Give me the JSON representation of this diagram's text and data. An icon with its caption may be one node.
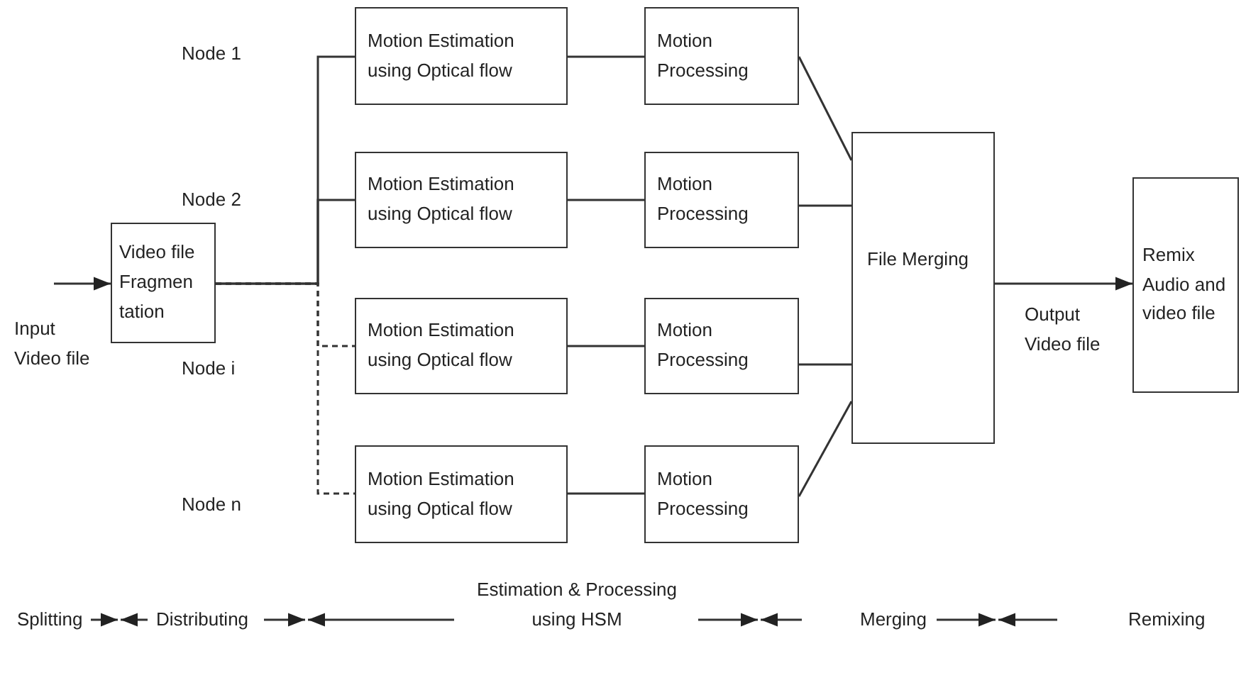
{
  "diagram": {
    "nodes": [
      {
        "text": [
          "Video file Fragmen tation"
        ]
      },
      {
        "text": [
          "Motion Estimation using Optical flow"
        ]
      },
      {
        "text": [
          "Motion Estimation using Optical flow"
        ]
      },
      {
        "text": [
          "Motion Estimation using Optical flow"
        ]
      },
      {
        "text": [
          "Motion Estimation using Optical flow"
        ]
      },
      {
        "text": [
          "Motion Processing"
        ]
      },
      {
        "text": [
          "Motion Processing"
        ]
      },
      {
        "text": [
          "Motion Processing"
        ]
      },
      {
        "text": [
          "Motion Processing"
        ]
      },
      {
        "text": [
          "File Merging"
        ]
      },
      {
        "text": [
          "Remix Audio and video file"
        ]
      }
    ],
    "edges": [
      {
        "from": null,
        "to": 0,
        "arrow": "to"
      },
      {
        "from": 0,
        "to": 1,
        "arrow": "none"
      },
      {
        "from": 0,
        "to": 2,
        "arrow": "none"
      },
      {
        "from": 0,
        "to": 3,
        "arrow": "none",
        "style": "dashed"
      },
      {
        "from": 0,
        "to": 4,
        "arrow": "none",
        "style": "dashed"
      },
      {
        "from": 1,
        "to": 5,
        "arrow": "none"
      },
      {
        "from": 2,
        "to": 6,
        "arrow": "none"
      },
      {
        "from": 3,
        "to": 7,
        "arrow": "none"
      },
      {
        "from": 4,
        "to": 8,
        "arrow": "none"
      },
      {
        "from": 5,
        "to": 9,
        "arrow": "none"
      },
      {
        "from": 6,
        "to": 9,
        "arrow": "none"
      },
      {
        "from": 7,
        "to": 9,
        "arrow": "none"
      },
      {
        "from": 8,
        "to": 9,
        "arrow": "none"
      },
      {
        "from": 9,
        "to": 10,
        "arrow": "to",
        "label": "Output Video file"
      }
    ],
    "labels": [
      "Node 1",
      "Node 2",
      "Input Video file",
      "Node i",
      "Node n",
      "Splitting",
      "Distributing",
      "Estimation & Processing using HSM",
      "Merging",
      "Remixing"
    ]
  }
}
